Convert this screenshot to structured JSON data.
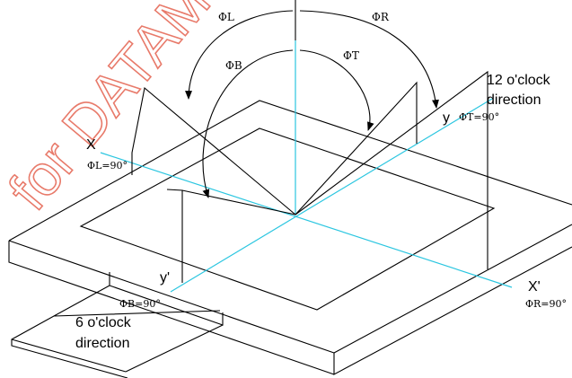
{
  "watermark": "for DATAMOD",
  "angles": {
    "phi_l": "ΦL",
    "phi_r": "ΦR",
    "phi_b": "ΦB",
    "phi_t": "ΦT"
  },
  "axes": {
    "x": "X",
    "x_prime": "X'",
    "y": "y",
    "y_prime": "y'"
  },
  "conditions": {
    "phi_t_90": "ΦT=90°",
    "phi_l_90": "ΦL=90°",
    "phi_b_90": "ΦB=90°",
    "phi_r_90": "ΦR=90°"
  },
  "directions": {
    "twelve_line1": "12  o'clock",
    "twelve_line2": "direction",
    "six_line1": "6  o'clock",
    "six_line2": "direction"
  },
  "colors": {
    "axis": "#2bc6e0",
    "watermark": "#e87a6a",
    "line": "#000000"
  }
}
